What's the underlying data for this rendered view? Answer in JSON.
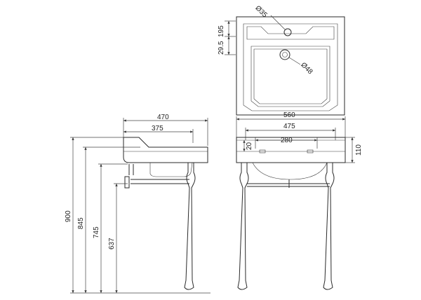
{
  "plan": {
    "tap_hole_diameter": "Ø35",
    "waste_diameter": "Ø48",
    "depth_back": "195",
    "depth_tap": "29.5"
  },
  "side": {
    "overall_depth": "470",
    "bowl_depth": "375",
    "height_total": "900",
    "height_rim": "845",
    "height_rail": "745",
    "height_waste": "637"
  },
  "front": {
    "overall_width": "560",
    "bowl_width": "475",
    "leg_spacing": "280",
    "rim_height": "110",
    "rim_thickness": "20"
  }
}
